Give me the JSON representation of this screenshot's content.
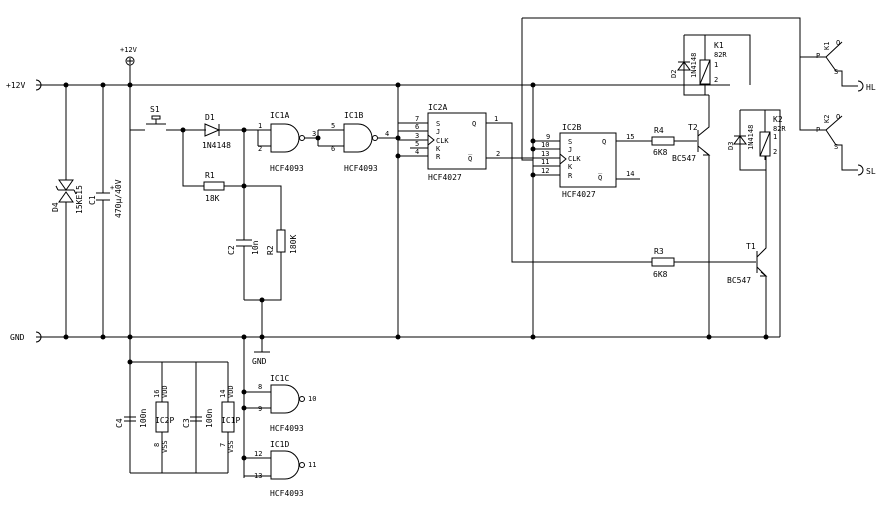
{
  "rails": {
    "vcc": "+12V",
    "gnd": "GND",
    "supply_node": "+12V",
    "gnd_node": "GND"
  },
  "outputs": {
    "hl": "HL",
    "sl": "SL"
  },
  "d4": {
    "ref": "D4",
    "value": "15KE15"
  },
  "c1": {
    "ref": "C1",
    "value": "470µ/40V",
    "polarity": "+"
  },
  "s1": {
    "ref": "S1"
  },
  "d1": {
    "ref": "D1",
    "value": "1N4148"
  },
  "r1": {
    "ref": "R1",
    "value": "18K"
  },
  "c2": {
    "ref": "C2",
    "value": "10n"
  },
  "r2": {
    "ref": "R2",
    "value": "180K"
  },
  "ic1a": {
    "ref": "IC1A",
    "part": "HCF4093",
    "pins": [
      "1",
      "2",
      "3"
    ]
  },
  "ic1b": {
    "ref": "IC1B",
    "part": "HCF4093",
    "pins": [
      "5",
      "6",
      "4"
    ]
  },
  "ic1c": {
    "ref": "IC1C",
    "part": "HCF4093",
    "pins": [
      "8",
      "9",
      "10"
    ]
  },
  "ic1d": {
    "ref": "IC1D",
    "part": "HCF4093",
    "pins": [
      "12",
      "13",
      "11"
    ]
  },
  "ic2a": {
    "ref": "IC2A",
    "part": "HCF4027",
    "ports": [
      "S",
      "J",
      "CLK",
      "K",
      "R",
      "Q",
      "Q̅"
    ],
    "pins": [
      "7",
      "6",
      "3",
      "5",
      "4",
      "1",
      "2"
    ]
  },
  "ic2b": {
    "ref": "IC2B",
    "part": "HCF4027",
    "ports": [
      "S",
      "J",
      "CLK",
      "K",
      "R",
      "Q",
      "Q̅"
    ],
    "pins": [
      "9",
      "10",
      "13",
      "11",
      "12",
      "15",
      "14"
    ]
  },
  "r3": {
    "ref": "R3",
    "value": "6K8"
  },
  "r4": {
    "ref": "R4",
    "value": "6K8"
  },
  "t1": {
    "ref": "T1",
    "part": "BC547"
  },
  "t2": {
    "ref": "T2",
    "part": "BC547"
  },
  "d2": {
    "ref": "D2",
    "value": "1N4148"
  },
  "d3": {
    "ref": "D3",
    "value": "1N4148"
  },
  "k1": {
    "ref": "K1",
    "value": "82R",
    "pin1": "1",
    "pin2": "2",
    "contact_p": "P",
    "contact_o": "O",
    "contact_s": "S"
  },
  "k2": {
    "ref": "K2",
    "value": "82R",
    "pin1": "1",
    "pin2": "2",
    "contact_p": "P",
    "contact_o": "O",
    "contact_s": "S"
  },
  "c4": {
    "ref": "C4",
    "value": "100n"
  },
  "c3": {
    "ref": "C3",
    "value": "100n"
  },
  "ic2p": {
    "ref": "IC2P",
    "vdd": "VDD",
    "vss": "VSS",
    "pin_vdd": "16",
    "pin_vss": "8"
  },
  "ic1p": {
    "ref": "IC1P",
    "vdd": "VDD",
    "vss": "VSS",
    "pin_vdd": "14",
    "pin_vss": "7"
  }
}
